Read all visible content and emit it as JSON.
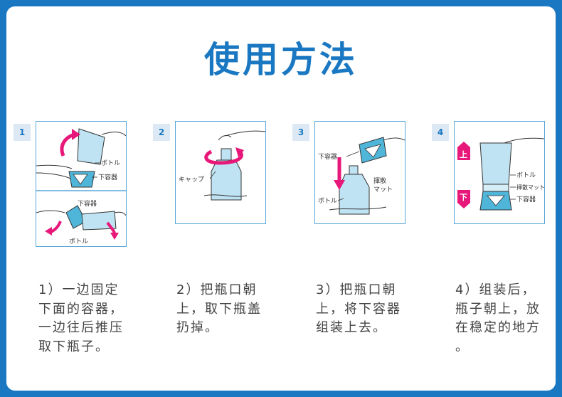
{
  "title": "使用方法",
  "colors": {
    "background": "#1a78c2",
    "title": "#1a78c2",
    "arrow": "#e8177a",
    "bottle": "#bfe3f2",
    "accent": "#4fb6d9"
  },
  "steps": [
    {
      "number": "1",
      "labels": {
        "bottle_top": "ボトル",
        "lower_container": "下容器",
        "lower_container_2": "下容器",
        "bottle_bottom": "ボトル"
      },
      "lines": [
        "1）一边固定",
        "下面的容器，",
        "一边往后推压",
        "取下瓶子。"
      ]
    },
    {
      "number": "2",
      "labels": {
        "cap": "キャップ"
      },
      "lines": [
        "2）把瓶口朝",
        "上，取下瓶盖",
        "扔掉。"
      ]
    },
    {
      "number": "3",
      "labels": {
        "lower_container": "下容器",
        "mat_line1": "揮散",
        "mat_line2": "マット",
        "bottle": "ボトル"
      },
      "lines": [
        "3）把瓶口朝",
        "上，将下容器",
        "组装上去。"
      ]
    },
    {
      "number": "4",
      "labels": {
        "up": "上",
        "down": "下",
        "bottle": "ボトル",
        "mat": "揮散マット",
        "lower_container": "下容器"
      },
      "lines": [
        "4）组装后，",
        "瓶子朝上，放",
        "在稳定的地方",
        "。"
      ]
    }
  ]
}
